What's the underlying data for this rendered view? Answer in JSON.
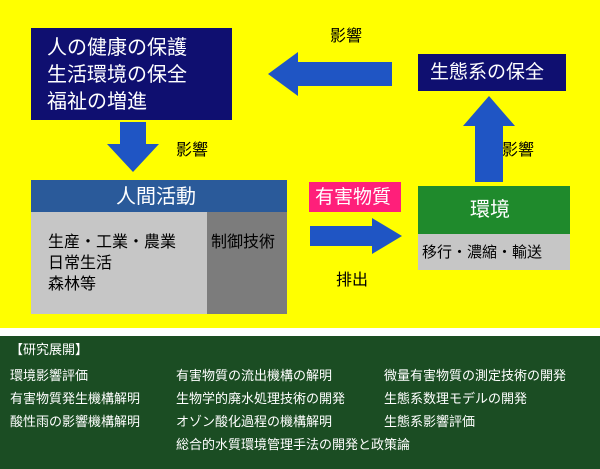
{
  "health_box": {
    "lines": [
      "人の健康の保護",
      "生活環境の保全",
      "福祉の増進"
    ]
  },
  "ecosystem_box": {
    "label": "生態系の保全"
  },
  "influence_labels": {
    "top": "影響",
    "left": "影響",
    "right": "影響"
  },
  "human_activity": {
    "title": "人間活動",
    "items": [
      "生産・工業・農業",
      "日常生活",
      "森林等"
    ],
    "control": "制御技術"
  },
  "hazardous": {
    "label": "有害物質"
  },
  "emission_label": "排出",
  "environment": {
    "title": "環境",
    "process": "移行・濃縮・輸送"
  },
  "research": {
    "heading": "【研究展開】",
    "rows": [
      [
        "環境影響評価",
        "有害物質の流出機構の解明",
        "微量有害物質の測定技術の開発"
      ],
      [
        "有害物質発生機構解明",
        "生物学的廃水処理技術の開発",
        "生態系数理モデルの開発"
      ],
      [
        "酸性雨の影響機構解明",
        "オゾン酸化過程の機構解明",
        "生態系影響評価"
      ]
    ],
    "footer": "総合的水質環境管理手法の開発と政策論"
  },
  "colors": {
    "background": "#ffff00",
    "navy": "#0f0f70",
    "human_header": "#2a5a9a",
    "human_body": "#c6c6c6",
    "control": "#7c7c7c",
    "hazard": "#ff1f7a",
    "environment": "#1f8a2c",
    "arrow": "#1f55c4",
    "research_bg": "#1b4d23"
  }
}
